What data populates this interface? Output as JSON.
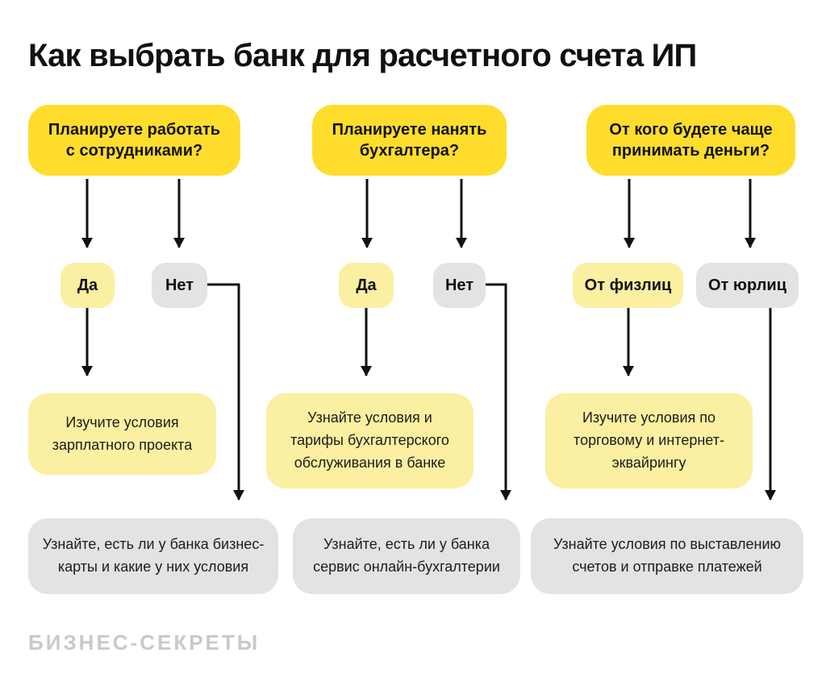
{
  "title": "Как выбрать банк для расчетного счета ИП",
  "brand": "БИЗНЕС-СЕКРЕТЫ",
  "colors": {
    "question_yellow": "#FFDD2D",
    "soft_yellow": "#FBEFA1",
    "soft_gray": "#E3E3E1",
    "arrow_black": "#111111",
    "brand_gray": "#C9C9C9"
  },
  "columns": [
    {
      "question": "Планируете работать с сотрудниками?",
      "yes_label": "Да",
      "no_label": "Нет",
      "yes_result": "Изучите условия зарплатного проекта",
      "no_result": "Узнайте, есть ли у банка бизнес-карты и какие у них условия"
    },
    {
      "question": "Планируете нанять бухгалтера?",
      "yes_label": "Да",
      "no_label": "Нет",
      "yes_result": "Узнайте условия и тарифы бухгалтерского обслуживания в банке",
      "no_result": "Узнайте, есть ли у банка сервис онлайн-бухгалтерии"
    },
    {
      "question": "От кого будете чаще принимать деньги?",
      "yes_label": "От физлиц",
      "no_label": "От юрлиц",
      "yes_result": "Изучите условия по торговому и интернет-эквайрингу",
      "no_result": "Узнайте условия по выставлению счетов и отправке платежей"
    }
  ]
}
